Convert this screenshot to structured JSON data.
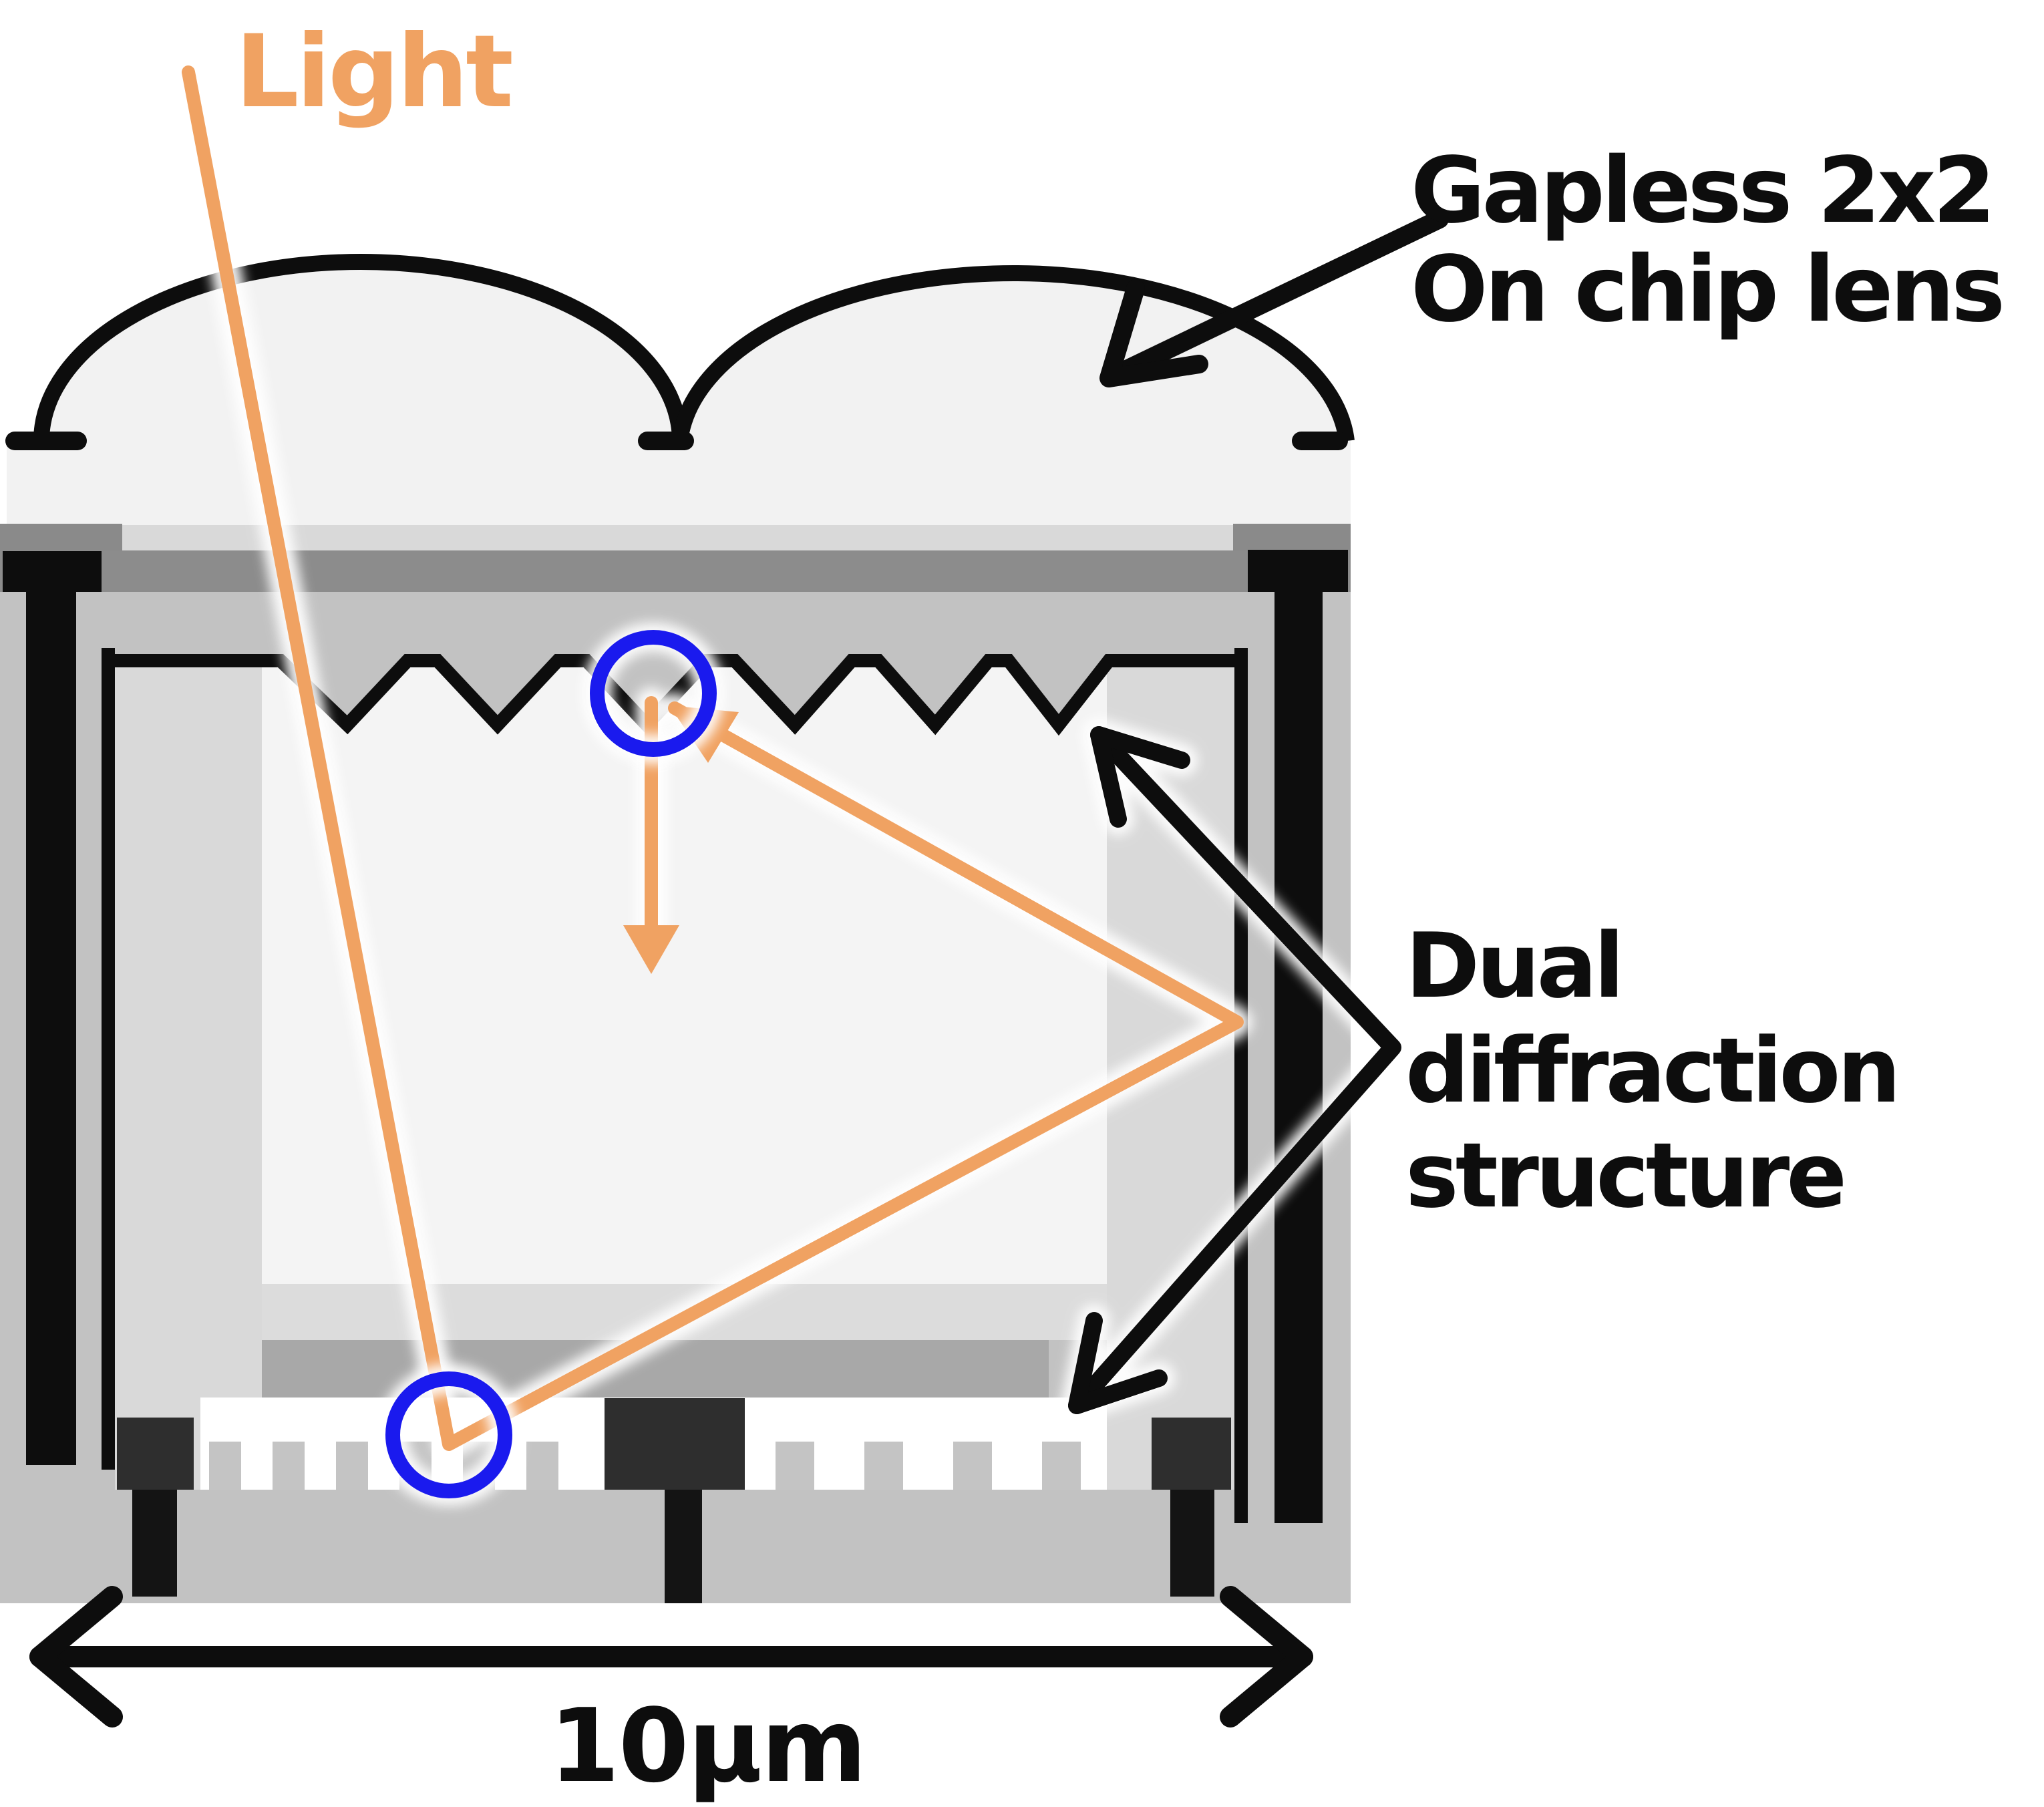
{
  "diagram": {
    "type": "image-sensor-pixel-cross-section",
    "labels": {
      "light": "Light",
      "lens": {
        "line1": "Gapless 2x2",
        "line2": "On chip lens"
      },
      "dual": {
        "line1": "Dual",
        "line2": "diffraction",
        "line3": "structure"
      },
      "scale": "10μm"
    },
    "colors": {
      "light_ray_orange": "#F0A262",
      "diffraction_circle_blue": "#1A1AEE",
      "annotation_black": "#0D0D0D",
      "lens_fill": "#F2F2F2",
      "antireflect_strip": "#D9D9D9",
      "top_metal_band": "#8C8C8C",
      "silicon_body": "#C2C2C2",
      "photodiode_white": "#FFFFFF",
      "inner_margin": "#D9D9D9",
      "inner_silicon": "#F4F4F4",
      "buried_band": "#DCDCDC",
      "absorber_bar": "#A8A8A8",
      "grating_teeth": "#C4C4C4",
      "contact_block": "#2E2E2E",
      "via_black": "#141414"
    },
    "annotations": [
      {
        "name": "gapless-2x2-on-chip-lens-arrow",
        "points_to": "microlens-dome"
      },
      {
        "name": "dual-diffraction-structure-arrows",
        "points_to": "top-zigzag-grating and bottom-grating"
      },
      {
        "name": "scale-arrow",
        "value": "10μm",
        "spans": "pixel-width"
      }
    ],
    "light_path": {
      "entry": "top-left through on-chip lens",
      "bounce_points": [
        "bottom diffraction structure (blue circle)",
        "right side wall",
        "top zigzag diffraction structure (blue circle)"
      ],
      "exit": "downward arrow into photodiode"
    }
  }
}
